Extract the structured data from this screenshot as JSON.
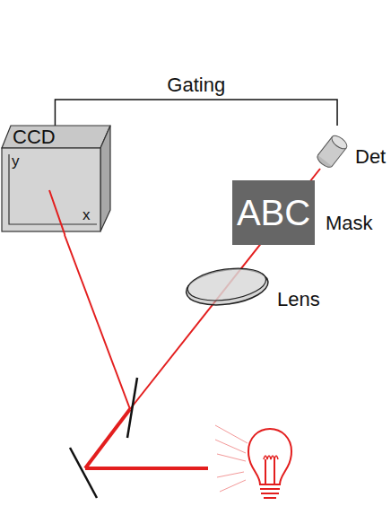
{
  "diagram": {
    "nodes": [
      {
        "text": [
          "CCD",
          "y",
          "x"
        ]
      },
      {
        "text": [
          "Det"
        ]
      },
      {
        "text": [
          "ABC",
          "Mask"
        ]
      },
      {
        "text": [
          "Lens"
        ]
      }
    ],
    "edges": [
      {
        "from": 0,
        "to": 1,
        "arrow": "none",
        "label": "Gating"
      }
    ]
  }
}
